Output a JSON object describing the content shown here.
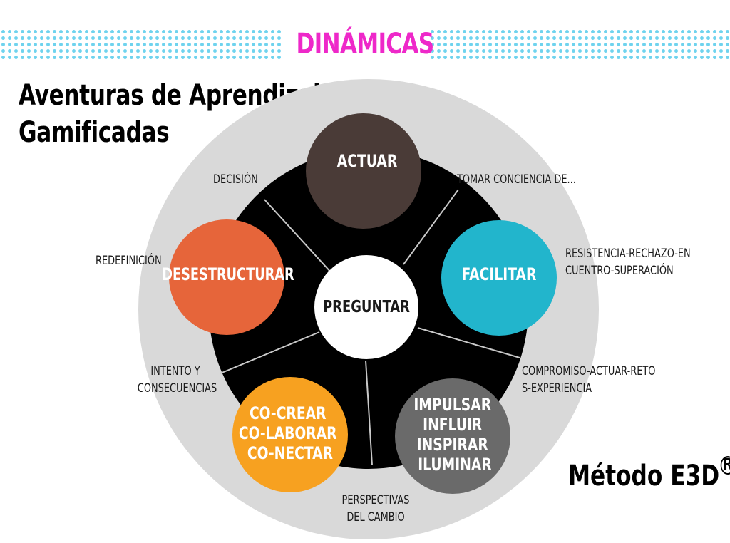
{
  "header": {
    "title": "DINÁMICAS"
  },
  "title": {
    "line1": "Aventuras de Aprendizaje",
    "line2": "Gamificadas"
  },
  "brand": {
    "name": "Método E3D",
    "mark": "R"
  },
  "center": {
    "label": "PREGUNTAR"
  },
  "nodes": [
    {
      "id": "actuar",
      "lines": [
        "ACTUAR"
      ],
      "color": "#4a3b37"
    },
    {
      "id": "facilitar",
      "lines": [
        "FACILITAR"
      ],
      "color": "#22b5cc"
    },
    {
      "id": "impulsar",
      "lines": [
        "IMPULSAR",
        "INFLUIR",
        "INSPIRAR",
        "ILUMINAR"
      ],
      "color": "#6a6a6a"
    },
    {
      "id": "co-crear",
      "lines": [
        "CO-CREAR",
        "CO-LABORAR",
        "CO-NECTAR"
      ],
      "color": "#f7a120"
    },
    {
      "id": "desestructurar",
      "lines": [
        "DESESTRUCTURAR"
      ],
      "color": "#e6653a"
    }
  ],
  "transitions": [
    {
      "id": "decision",
      "lines": [
        "DECISIÓN"
      ]
    },
    {
      "id": "tomar-conciencia",
      "lines": [
        "TOMAR CONCIENCIA DE..."
      ]
    },
    {
      "id": "resistencia",
      "lines": [
        "RESISTENCIA-RECHAZO-EN",
        "CUENTRO-SUPERACIÓN"
      ]
    },
    {
      "id": "compromiso",
      "lines": [
        "COMPROMISO-ACTUAR-RETO",
        "S-EXPERIENCIA"
      ]
    },
    {
      "id": "perspectivas",
      "lines": [
        "PERSPECTIVAS",
        "DEL CAMBIO"
      ]
    },
    {
      "id": "intento",
      "lines": [
        "INTENTO Y",
        "CONSECUENCIAS"
      ]
    },
    {
      "id": "redefinicion",
      "lines": [
        "REDEFINICIÓN"
      ]
    }
  ],
  "colors": {
    "ring": "#d9d9d9",
    "disc": "#000000",
    "spoke": "#c9c9c9",
    "accent": "#ee28c9",
    "dots": "#6fd3ee"
  }
}
